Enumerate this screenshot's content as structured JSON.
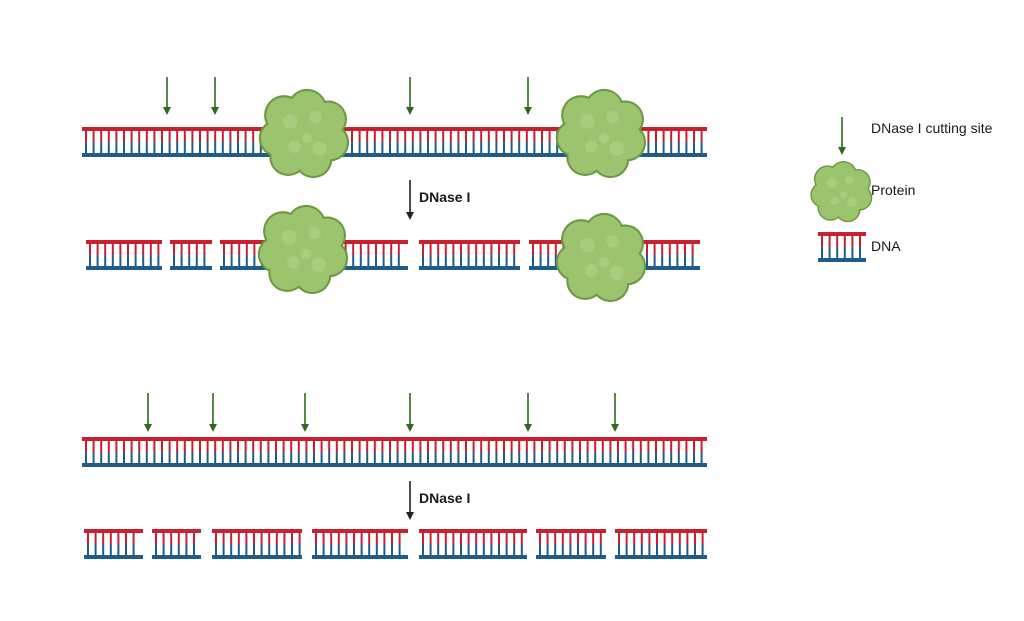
{
  "colors": {
    "strand_top": "#c8202f",
    "strand_bottom": "#1f5c8c",
    "rung_top": "#c8202f",
    "rung_bottom": "#1f5c8c",
    "cut_arrow": "#2f6b1f",
    "step_arrow": "#222222",
    "protein_fill": "#9cc46e",
    "protein_edge": "#6c9a42"
  },
  "steps": {
    "top": "DNase I",
    "bottom": "DNase I"
  },
  "legend": {
    "cutting_site": "DNase I cutting site",
    "protein": "Protein",
    "dna": "DNA"
  },
  "icons": {
    "cut": "down-arrow-icon",
    "protein": "protein-blob-icon",
    "dna": "dna-ladder-icon"
  }
}
